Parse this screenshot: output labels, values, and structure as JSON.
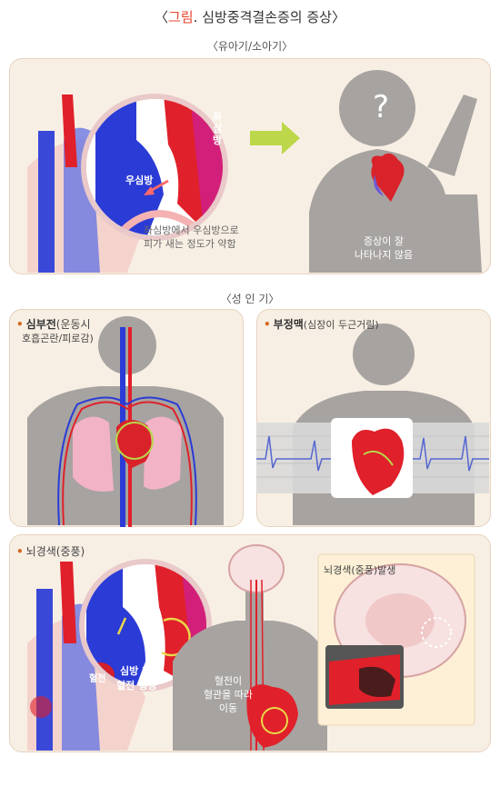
{
  "header": {
    "title_prefix": "〈",
    "title_accent": "그림",
    "title_rest": ". 심방중격결손증의 증상〉"
  },
  "section1": {
    "heading": "〈유아기/소아기〉",
    "left_circle_label": "우심방",
    "left_circle_label2": "좌심방",
    "left_caption": "좌심방에서 우심방으로\n피가 새는 정도가 약함",
    "right_caption": "증상이 잘\n나타나지 않음",
    "question_mark": "?"
  },
  "section2": {
    "heading": "〈성 인 기〉",
    "left_title": "심부전",
    "left_detail": "(운동시",
    "left_detail2": "호흡곤란/피로감)",
    "right_title": "부정맥",
    "right_detail": "(심장이 두근거림)"
  },
  "section3": {
    "title": "뇌경색(중풍)",
    "circle_label1": "혈전",
    "circle_label2": "심방 내",
    "circle_label3": "혈전 형성",
    "middle_caption": "혈전이\n혈관을 따라\n이동",
    "inset_title": "뇌경색(중풍)발생"
  },
  "colors": {
    "accent": "#e8462f",
    "panel_bg": "#f8efe4",
    "vein_blue": "#2b3bd6",
    "artery_red": "#e0202a",
    "silhouette": "#a7a3a0"
  }
}
